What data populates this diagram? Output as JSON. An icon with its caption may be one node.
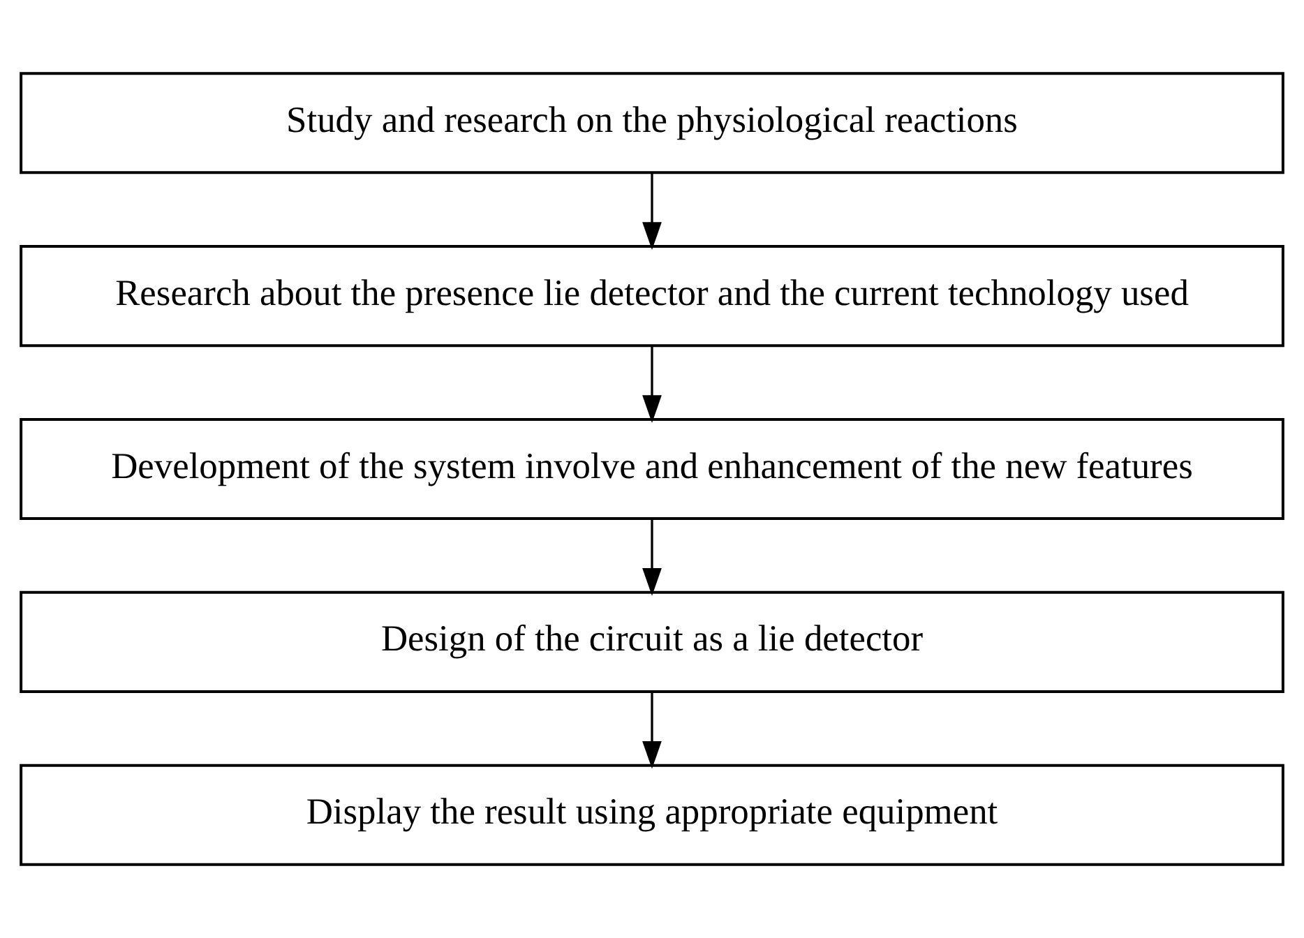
{
  "diagram": {
    "nodes": [
      {
        "text": [
          "Study and research on the physiological reactions"
        ]
      },
      {
        "text": [
          "Research about the presence lie detector and the current technology used"
        ]
      },
      {
        "text": [
          "Development of the system involve and enhancement of the new features"
        ]
      },
      {
        "text": [
          "Design of the circuit as a lie detector"
        ]
      },
      {
        "text": [
          "Display the result using appropriate equipment"
        ]
      }
    ],
    "edges": [
      {
        "from": 0,
        "to": 1,
        "arrow": "to"
      },
      {
        "from": 1,
        "to": 2,
        "arrow": "to"
      },
      {
        "from": 2,
        "to": 3,
        "arrow": "to"
      },
      {
        "from": 3,
        "to": 4,
        "arrow": "to"
      }
    ]
  }
}
